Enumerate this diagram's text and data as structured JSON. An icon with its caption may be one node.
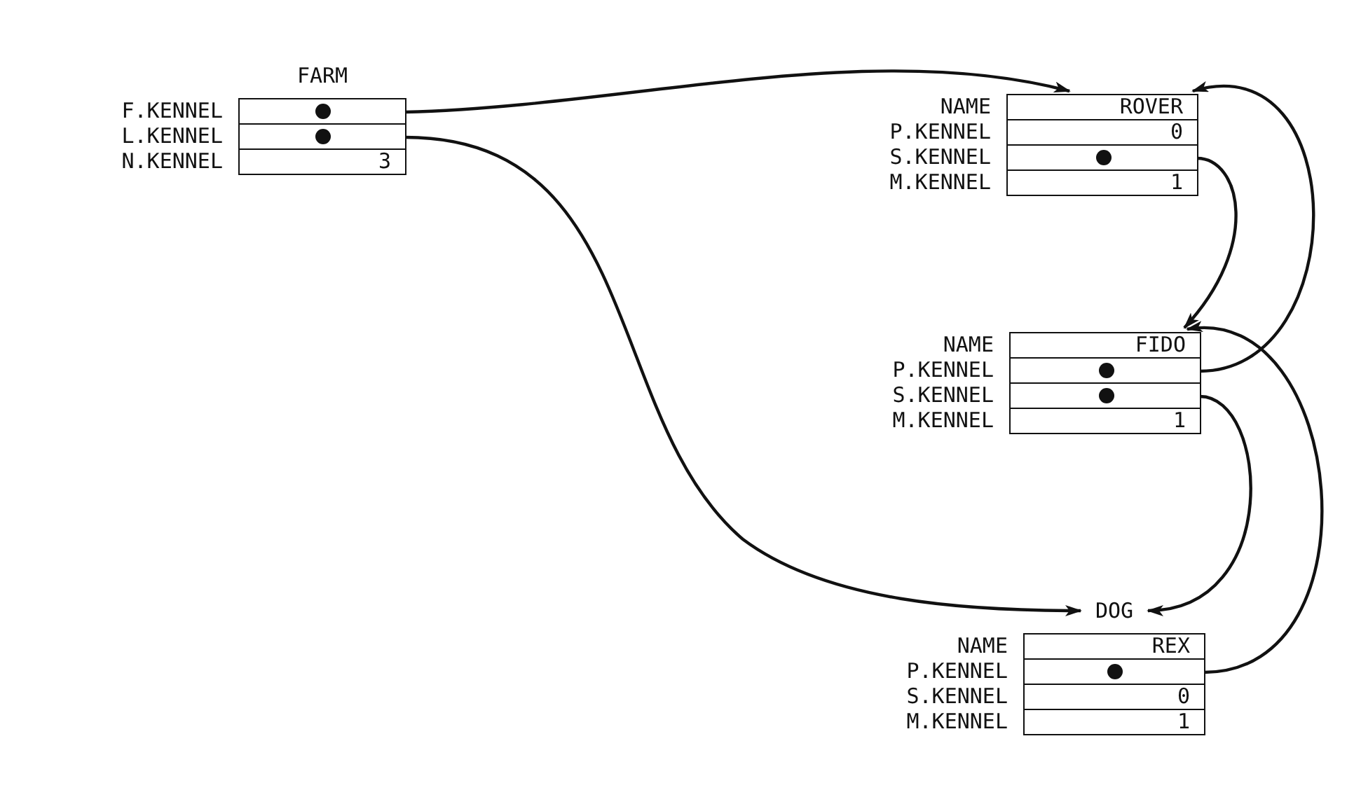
{
  "diagram": {
    "nodes": [
      {
        "text": [
          "FARM"
        ]
      },
      {
        "text": [],
        "shape": "box",
        "in": 0,
        "beside": [
          "F.KENNEL"
        ]
      },
      {
        "text": [],
        "shape": "box",
        "in": 0,
        "beside": [
          "L.KENNEL"
        ]
      },
      {
        "text": [
          "3"
        ],
        "in": 0,
        "beside": [
          "N.KENNEL"
        ]
      },
      {
        "text": [],
        "shape": "box"
      },
      {
        "text": [
          "ROVER"
        ],
        "in": 4,
        "beside": [
          "NAME"
        ]
      },
      {
        "text": [
          "0"
        ],
        "in": 4,
        "beside": [
          "P.KENNEL"
        ]
      },
      {
        "text": [],
        "shape": "box",
        "in": 4,
        "beside": [
          "S.KENNEL"
        ]
      },
      {
        "text": [
          "1"
        ],
        "in": 4,
        "beside": [
          "M.KENNEL"
        ]
      },
      {
        "text": [],
        "shape": "box"
      },
      {
        "text": [
          "FIDO"
        ],
        "in": 9,
        "beside": [
          "NAME"
        ]
      },
      {
        "text": [],
        "shape": "box",
        "in": 9,
        "beside": [
          "P.KENNEL"
        ]
      },
      {
        "text": [],
        "shape": "box",
        "in": 9,
        "beside": [
          "S.KENNEL"
        ]
      },
      {
        "text": [
          "1"
        ],
        "in": 9,
        "beside": [
          "M.KENNEL"
        ]
      },
      {
        "text": [
          "DOG"
        ]
      },
      {
        "text": [
          "REX"
        ],
        "in": 14,
        "beside": [
          "NAME"
        ]
      },
      {
        "text": [],
        "shape": "box",
        "in": 14,
        "beside": [
          "P.KENNEL"
        ]
      },
      {
        "text": [
          "0"
        ],
        "in": 14,
        "beside": [
          "S.KENNEL"
        ]
      },
      {
        "text": [
          "1"
        ],
        "in": 14,
        "beside": [
          "M.KENNEL"
        ]
      }
    ],
    "edges": [
      {
        "from": 1,
        "to": 4,
        "arrow": "to"
      },
      {
        "from": 2,
        "to": 14,
        "arrow": "to"
      },
      {
        "from": 7,
        "to": 9,
        "arrow": "to"
      },
      {
        "from": 11,
        "to": 4,
        "arrow": "to"
      },
      {
        "from": 12,
        "to": 14,
        "arrow": "to"
      },
      {
        "from": 16,
        "to": 9,
        "arrow": "to"
      }
    ]
  }
}
